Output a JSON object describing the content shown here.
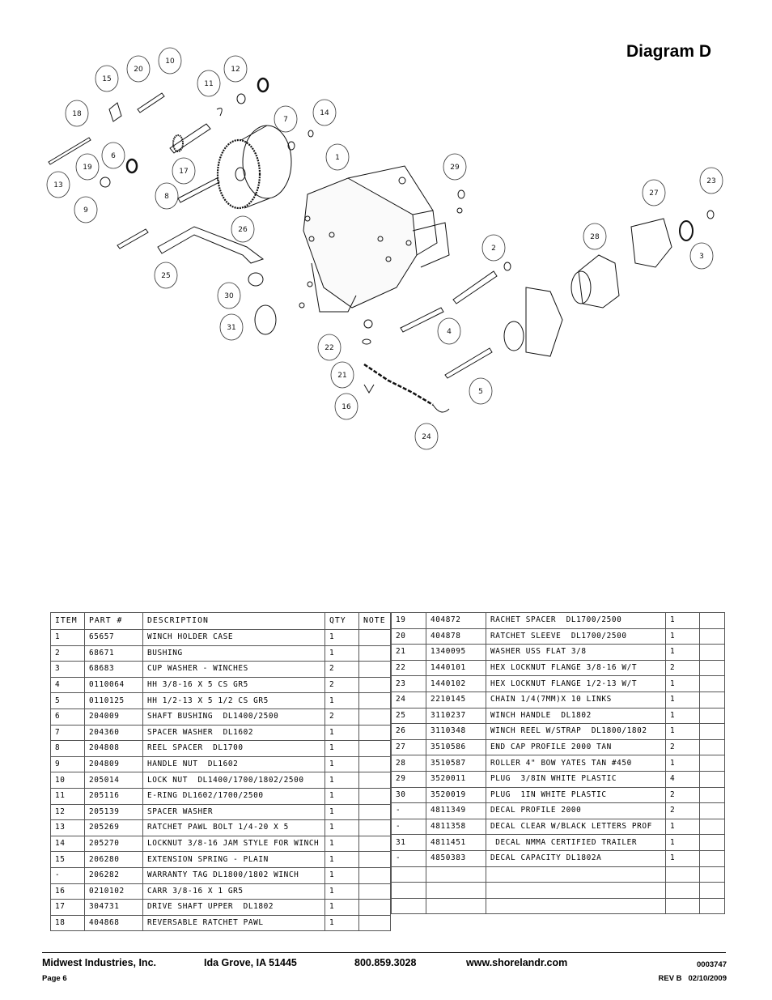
{
  "title": "Diagram D",
  "diagram": {
    "labels": [
      "1",
      "2",
      "3",
      "4",
      "5",
      "6",
      "7",
      "8",
      "9",
      "10",
      "11",
      "12",
      "13",
      "14",
      "15",
      "16",
      "17",
      "18",
      "19",
      "20",
      "21",
      "22",
      "23",
      "24",
      "25",
      "26",
      "27",
      "28",
      "29",
      "30",
      "31"
    ]
  },
  "table": {
    "headers": [
      "ITEM",
      "PART #",
      "DESCRIPTION",
      "QTY",
      "NOTE"
    ],
    "left_rows": [
      [
        "1",
        "65657",
        "WINCH HOLDER CASE",
        "1",
        ""
      ],
      [
        "2",
        "68671",
        "BUSHING",
        "1",
        ""
      ],
      [
        "3",
        "68683",
        "CUP WASHER - WINCHES",
        "2",
        ""
      ],
      [
        "4",
        "0110064",
        "HH 3/8-16 X 5 CS GR5",
        "2",
        ""
      ],
      [
        "5",
        "0110125",
        "HH 1/2-13 X 5 1/2 CS GR5",
        "1",
        ""
      ],
      [
        "6",
        "204009",
        "SHAFT BUSHING  DL1400/2500",
        "2",
        ""
      ],
      [
        "7",
        "204360",
        "SPACER WASHER  DL1602",
        "1",
        ""
      ],
      [
        "8",
        "204808",
        "REEL SPACER  DL1700",
        "1",
        ""
      ],
      [
        "9",
        "204809",
        "HANDLE NUT  DL1602",
        "1",
        ""
      ],
      [
        "10",
        "205014",
        "LOCK NUT  DL1400/1700/1802/2500",
        "1",
        ""
      ],
      [
        "11",
        "205116",
        "E-RING DL1602/1700/2500",
        "1",
        ""
      ],
      [
        "12",
        "205139",
        "SPACER WASHER",
        "1",
        ""
      ],
      [
        "13",
        "205269",
        "RATCHET PAWL BOLT 1/4-20 X 5",
        "1",
        ""
      ],
      [
        "14",
        "205270",
        "LOCKNUT 3/8-16 JAM STYLE FOR WINCH",
        "1",
        ""
      ],
      [
        "15",
        "206280",
        "EXTENSION SPRING - PLAIN",
        "1",
        ""
      ],
      [
        "-",
        "206282",
        "WARRANTY TAG DL1800/1802 WINCH",
        "1",
        ""
      ],
      [
        "16",
        "0210102",
        "CARR 3/8-16 X 1 GR5",
        "1",
        ""
      ],
      [
        "17",
        "304731",
        "DRIVE SHAFT UPPER  DL1802",
        "1",
        ""
      ],
      [
        "18",
        "404868",
        "REVERSABLE RATCHET PAWL",
        "1",
        ""
      ]
    ],
    "right_rows": [
      [
        "19",
        "404872",
        "RACHET SPACER  DL1700/2500",
        "1",
        ""
      ],
      [
        "20",
        "404878",
        "RATCHET SLEEVE  DL1700/2500",
        "1",
        ""
      ],
      [
        "21",
        "1340095",
        "WASHER USS FLAT 3/8",
        "1",
        ""
      ],
      [
        "22",
        "1440101",
        "HEX LOCKNUT FLANGE 3/8-16 W/T",
        "2",
        ""
      ],
      [
        "23",
        "1440102",
        "HEX LOCKNUT FLANGE 1/2-13 W/T",
        "1",
        ""
      ],
      [
        "24",
        "2210145",
        "CHAIN 1/4(7MM)X 10 LINKS",
        "1",
        ""
      ],
      [
        "25",
        "3110237",
        "WINCH HANDLE  DL1802",
        "1",
        ""
      ],
      [
        "26",
        "3110348",
        "WINCH REEL W/STRAP  DL1800/1802",
        "1",
        ""
      ],
      [
        "27",
        "3510586",
        "END CAP PROFILE 2000 TAN",
        "2",
        ""
      ],
      [
        "28",
        "3510587",
        "ROLLER 4\" BOW YATES TAN #450",
        "1",
        ""
      ],
      [
        "29",
        "3520011",
        "PLUG  3/8IN WHITE PLASTIC",
        "4",
        ""
      ],
      [
        "30",
        "3520019",
        "PLUG  1IN WHITE PLASTIC",
        "2",
        ""
      ],
      [
        "-",
        "4811349",
        "DECAL PROFILE 2000",
        "2",
        ""
      ],
      [
        "-",
        "4811358",
        "DECAL CLEAR W/BLACK LETTERS PROF",
        "1",
        ""
      ],
      [
        "31",
        "4811451",
        " DECAL NMMA CERTIFIED TRAILER",
        "1",
        ""
      ],
      [
        "-",
        "4850383",
        "DECAL CAPACITY DL1802A",
        "1",
        ""
      ],
      [
        "",
        "",
        "",
        "",
        ""
      ],
      [
        "",
        "",
        "",
        "",
        ""
      ],
      [
        "",
        "",
        "",
        "",
        ""
      ]
    ]
  },
  "footer": {
    "company": "Midwest Industries, Inc.",
    "location": "Ida Grove, IA  51445",
    "phone": "800.859.3028",
    "website": "www.shorelandr.com",
    "doc_number": "0003747",
    "page": "Page 6",
    "revision": "REV B   02/10/2009"
  }
}
